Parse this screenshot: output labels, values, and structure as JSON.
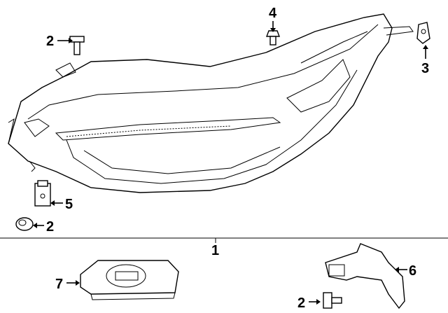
{
  "title": "Headlamp assembly parts diagram",
  "callouts": [
    {
      "id": "c2a",
      "number": "2"
    },
    {
      "id": "c4",
      "number": "4"
    },
    {
      "id": "c3",
      "number": "3"
    },
    {
      "id": "c5",
      "number": "5"
    },
    {
      "id": "c2b",
      "number": "2"
    },
    {
      "id": "c1",
      "number": "1"
    },
    {
      "id": "c7",
      "number": "7"
    },
    {
      "id": "c6",
      "number": "6"
    },
    {
      "id": "c2c",
      "number": "2"
    }
  ]
}
